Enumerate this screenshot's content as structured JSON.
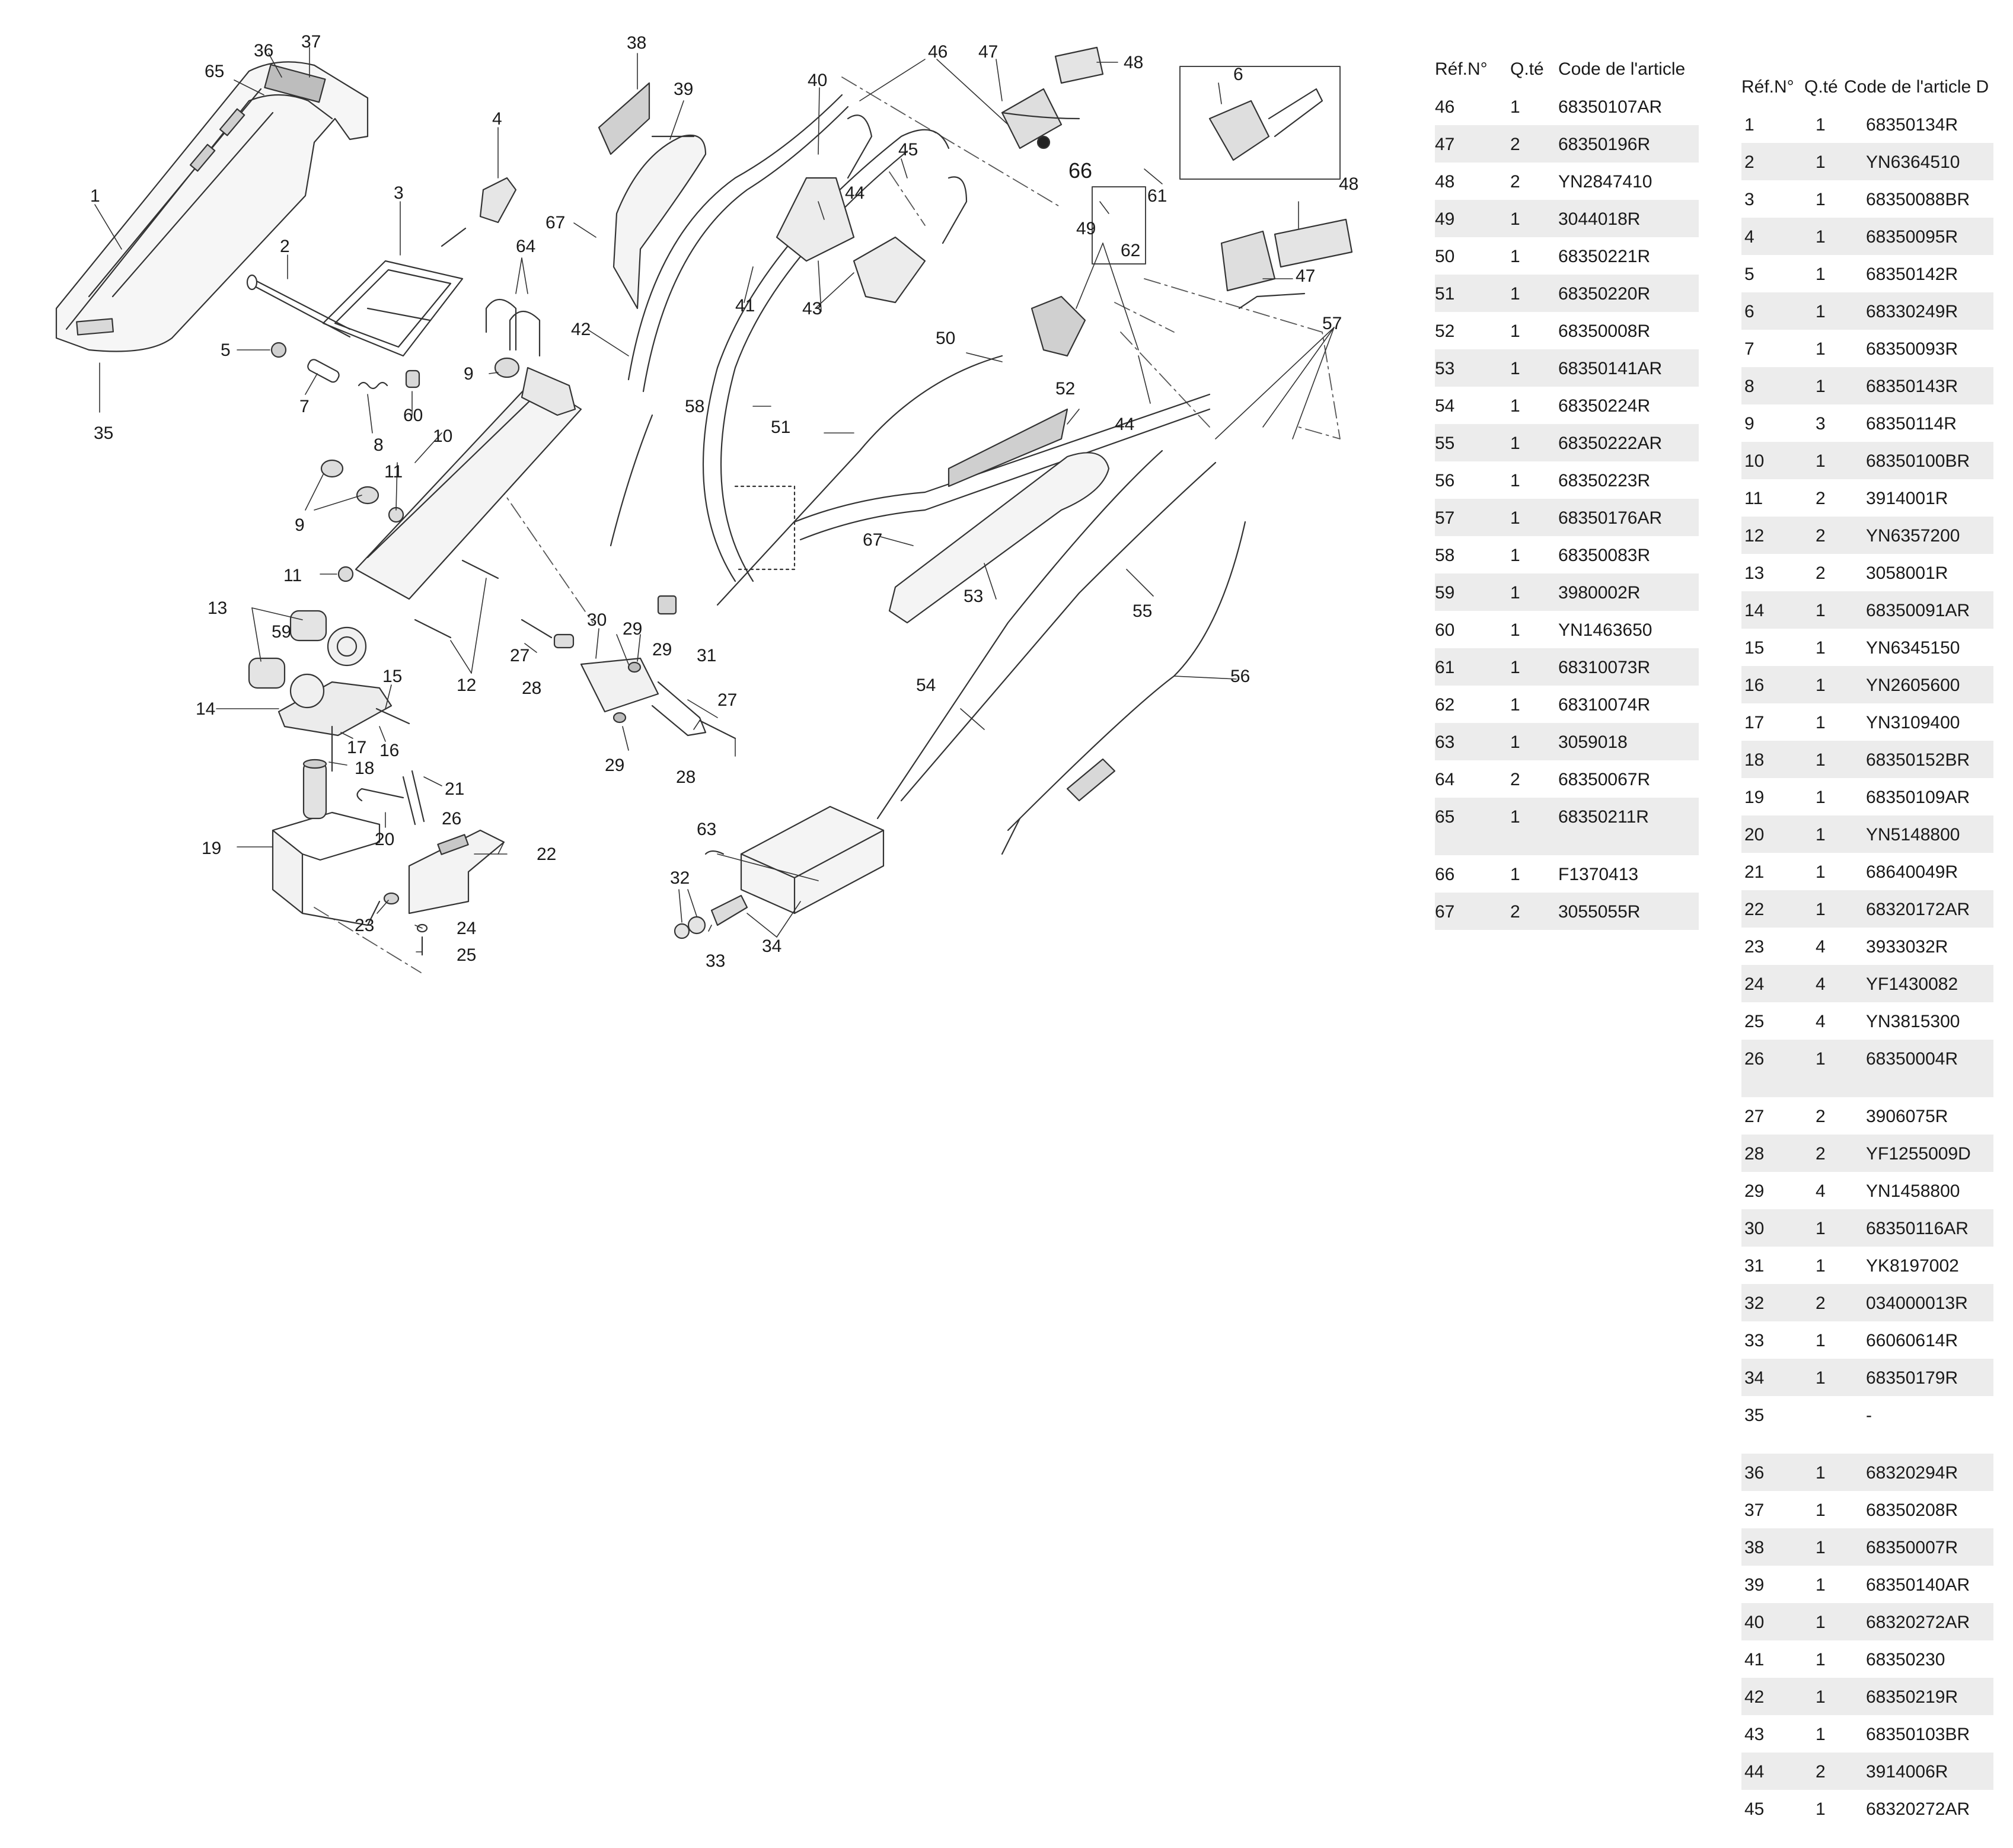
{
  "table_right_header": {
    "ref": "Réf.N°",
    "qty": "Q.té",
    "code": "Code de l'article"
  },
  "table_left_header": {
    "ref": "Réf.N°",
    "qty": "Q.té",
    "code": "Code de l'article D"
  },
  "table_right_rows": [
    {
      "ref": "46",
      "qty": "1",
      "code": "68350107AR"
    },
    {
      "ref": "47",
      "qty": "2",
      "code": "68350196R"
    },
    {
      "ref": "48",
      "qty": "2",
      "code": "YN2847410"
    },
    {
      "ref": "49",
      "qty": "1",
      "code": "3044018R"
    },
    {
      "ref": "50",
      "qty": "1",
      "code": "68350221R"
    },
    {
      "ref": "51",
      "qty": "1",
      "code": "68350220R"
    },
    {
      "ref": "52",
      "qty": "1",
      "code": "68350008R"
    },
    {
      "ref": "53",
      "qty": "1",
      "code": "68350141AR"
    },
    {
      "ref": "54",
      "qty": "1",
      "code": "68350224R"
    },
    {
      "ref": "55",
      "qty": "1",
      "code": "68350222AR"
    },
    {
      "ref": "56",
      "qty": "1",
      "code": "68350223R"
    },
    {
      "ref": "57",
      "qty": "1",
      "code": "68350176AR"
    },
    {
      "ref": "58",
      "qty": "1",
      "code": "68350083R"
    },
    {
      "ref": "59",
      "qty": "1",
      "code": "3980002R"
    },
    {
      "ref": "60",
      "qty": "1",
      "code": "YN1463650"
    },
    {
      "ref": "61",
      "qty": "1",
      "code": "68310073R"
    },
    {
      "ref": "62",
      "qty": "1",
      "code": "68310074R"
    },
    {
      "ref": "63",
      "qty": "1",
      "code": "3059018"
    },
    {
      "ref": "64",
      "qty": "2",
      "code": "68350067R"
    },
    {
      "ref": "65",
      "qty": "1",
      "code": "68350211R",
      "tall": true
    },
    {
      "ref": "66",
      "qty": "1",
      "code": "F1370413"
    },
    {
      "ref": "67",
      "qty": "2",
      "code": "3055055R"
    }
  ],
  "table_left_rows": [
    {
      "ref": "1",
      "qty": "1",
      "code": "68350134R"
    },
    {
      "ref": "2",
      "qty": "1",
      "code": "YN6364510"
    },
    {
      "ref": "3",
      "qty": "1",
      "code": "68350088BR"
    },
    {
      "ref": "4",
      "qty": "1",
      "code": "68350095R"
    },
    {
      "ref": "5",
      "qty": "1",
      "code": "68350142R"
    },
    {
      "ref": "6",
      "qty": "1",
      "code": "68330249R"
    },
    {
      "ref": "7",
      "qty": "1",
      "code": "68350093R"
    },
    {
      "ref": "8",
      "qty": "1",
      "code": "68350143R"
    },
    {
      "ref": "9",
      "qty": "3",
      "code": "68350114R"
    },
    {
      "ref": "10",
      "qty": "1",
      "code": "68350100BR"
    },
    {
      "ref": "11",
      "qty": "2",
      "code": "3914001R"
    },
    {
      "ref": "12",
      "qty": "2",
      "code": "YN6357200"
    },
    {
      "ref": "13",
      "qty": "2",
      "code": "3058001R"
    },
    {
      "ref": "14",
      "qty": "1",
      "code": "68350091AR"
    },
    {
      "ref": "15",
      "qty": "1",
      "code": "YN6345150"
    },
    {
      "ref": "16",
      "qty": "1",
      "code": "YN2605600"
    },
    {
      "ref": "17",
      "qty": "1",
      "code": "YN3109400"
    },
    {
      "ref": "18",
      "qty": "1",
      "code": "68350152BR"
    },
    {
      "ref": "19",
      "qty": "1",
      "code": "68350109AR"
    },
    {
      "ref": "20",
      "qty": "1",
      "code": "YN5148800"
    },
    {
      "ref": "21",
      "qty": "1",
      "code": "68640049R"
    },
    {
      "ref": "22",
      "qty": "1",
      "code": "68320172AR"
    },
    {
      "ref": "23",
      "qty": "4",
      "code": "3933032R"
    },
    {
      "ref": "24",
      "qty": "4",
      "code": "YF1430082"
    },
    {
      "ref": "25",
      "qty": "4",
      "code": "YN3815300"
    },
    {
      "ref": "26",
      "qty": "1",
      "code": "68350004R",
      "tall": true
    },
    {
      "ref": "27",
      "qty": "2",
      "code": "3906075R"
    },
    {
      "ref": "28",
      "qty": "2",
      "code": "YF1255009D"
    },
    {
      "ref": "29",
      "qty": "4",
      "code": "YN1458800"
    },
    {
      "ref": "30",
      "qty": "1",
      "code": "68350116AR"
    },
    {
      "ref": "31",
      "qty": "1",
      "code": "YK8197002"
    },
    {
      "ref": "32",
      "qty": "2",
      "code": "034000013R"
    },
    {
      "ref": "33",
      "qty": "1",
      "code": "66060614R"
    },
    {
      "ref": "34",
      "qty": "1",
      "code": "68350179R"
    },
    {
      "ref": "35",
      "qty": "",
      "code": "-",
      "tall": true
    },
    {
      "ref": "36",
      "qty": "1",
      "code": "68320294R"
    },
    {
      "ref": "37",
      "qty": "1",
      "code": "68350208R"
    },
    {
      "ref": "38",
      "qty": "1",
      "code": "68350007R"
    },
    {
      "ref": "39",
      "qty": "1",
      "code": "68350140AR"
    },
    {
      "ref": "40",
      "qty": "1",
      "code": "68320272AR"
    },
    {
      "ref": "41",
      "qty": "1",
      "code": "68350230"
    },
    {
      "ref": "42",
      "qty": "1",
      "code": "68350219R"
    },
    {
      "ref": "43",
      "qty": "1",
      "code": "68350103BR"
    },
    {
      "ref": "44",
      "qty": "2",
      "code": "3914006R"
    },
    {
      "ref": "45",
      "qty": "1",
      "code": "68320272AR"
    }
  ],
  "callouts": {
    "c1": "1",
    "c2": "2",
    "c3": "3",
    "c4": "4",
    "c5": "5",
    "c6": "6",
    "c7": "7",
    "c8": "8",
    "c9a": "9",
    "c9b": "9",
    "c10": "10",
    "c11a": "11",
    "c11b": "11",
    "c12": "12",
    "c13": "13",
    "c14": "14",
    "c15": "15",
    "c16": "16",
    "c17": "17",
    "c18": "18",
    "c19": "19",
    "c20": "20",
    "c21": "21",
    "c22": "22",
    "c23": "23",
    "c24": "24",
    "c25": "25",
    "c26": "26",
    "c27a": "27",
    "c27b": "27",
    "c28a": "28",
    "c28b": "28",
    "c29a": "29",
    "c29b": "29",
    "c29c": "29",
    "c30": "30",
    "c31": "31",
    "c32": "32",
    "c33": "33",
    "c34": "34",
    "c35": "35",
    "c36": "36",
    "c37": "37",
    "c38": "38",
    "c39": "39",
    "c40": "40",
    "c41": "41",
    "c42": "42",
    "c43": "43",
    "c44a": "44",
    "c44b": "44",
    "c45": "45",
    "c46": "46",
    "c47a": "47",
    "c47b": "47",
    "c48a": "48",
    "c48b": "48",
    "c49": "49",
    "c50": "50",
    "c51": "51",
    "c52": "52",
    "c53": "53",
    "c54": "54",
    "c55": "55",
    "c56": "56",
    "c57": "57",
    "c58": "58",
    "c59": "59",
    "c60": "60",
    "c61": "61",
    "c62": "62",
    "c63": "63",
    "c64": "64",
    "c65": "65",
    "c66": "66",
    "c67a": "67",
    "c67b": "67"
  }
}
